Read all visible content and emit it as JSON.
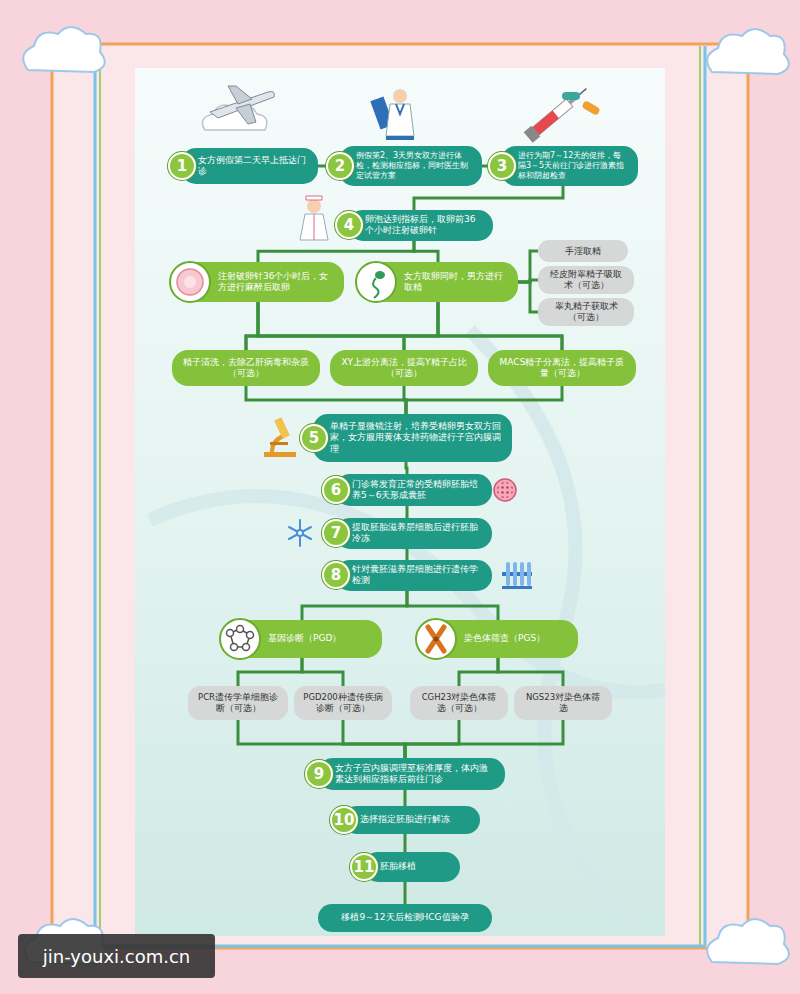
{
  "diagram": {
    "nodes": [
      {
        "text": [
          "1",
          "女方例假第二天早上抵达门诊"
        ]
      },
      {
        "text": [
          "2",
          "例假第2、3天男女双方进行体检，检测相应指标，同时医生制定试管方案"
        ]
      },
      {
        "text": [
          "3",
          "进行为期7～12天的促排，每隔3～5天前往门诊进行激素指标和阴超检查"
        ]
      },
      {
        "text": [
          "4",
          "卵泡达到指标后，取卵前36个小时注射破卵针"
        ]
      },
      {
        "text": [
          "注射破卵针36个小时后，女方进行麻醉后取卵"
        ]
      },
      {
        "text": [
          "女方取卵同时，男方进行取精"
        ]
      },
      {
        "text": [
          "手淫取精"
        ]
      },
      {
        "text": [
          "经皮附睾精子吸取术（可选）"
        ]
      },
      {
        "text": [
          "睾丸精子获取术（可选）"
        ]
      },
      {
        "text": [
          "精子清洗，去除乙肝病毒和杂质（可选）"
        ]
      },
      {
        "text": [
          "XY上游分离法，提高Y精子占比（可选）"
        ]
      },
      {
        "text": [
          "MACS精子分离法，提高精子质量（可选）"
        ]
      },
      {
        "text": [
          "5",
          "单精子显微镜注射，培养受精卵男女双方回家，女方服用黄体支持药物进行子宫内膜调理"
        ]
      },
      {
        "text": [
          "6",
          "门诊将发育正常的受精卵胚胎培养5～6天形成囊胚"
        ]
      },
      {
        "text": [
          "7",
          "提取胚胎滋养层细胞后进行胚胎冷冻"
        ]
      },
      {
        "text": [
          "8",
          "针对囊胚滋养层细胞进行遗传学检测"
        ]
      },
      {
        "text": [
          "基因诊断（PGD）"
        ]
      },
      {
        "text": [
          "染色体筛查（PGS）"
        ]
      },
      {
        "text": [
          "PCR遗传学单细胞诊断（可选）"
        ]
      },
      {
        "text": [
          "PGD200种遗传疾病诊断（可选）"
        ]
      },
      {
        "text": [
          "CGH23对染色体筛选（可选）"
        ]
      },
      {
        "text": [
          "NGS23对染色体筛选"
        ]
      },
      {
        "text": [
          "9",
          "女方子宫内膜调理至标准厚度，体内激素达到相应指标后前往门诊"
        ]
      },
      {
        "text": [
          "10",
          "选择指定胚胎进行解冻"
        ]
      },
      {
        "text": [
          "11",
          "胚胎移植"
        ]
      },
      {
        "text": [
          "移植9～12天后检测HCG值验孕"
        ]
      }
    ],
    "edges": [
      {
        "from": 0,
        "to": 1,
        "arrow": "none"
      },
      {
        "from": 1,
        "to": 2,
        "arrow": "none"
      },
      {
        "from": 2,
        "to": 3,
        "arrow": "none"
      },
      {
        "from": 3,
        "to": 4,
        "arrow": "none"
      },
      {
        "from": 3,
        "to": 5,
        "arrow": "none"
      },
      {
        "from": 5,
        "to": 6,
        "arrow": "none"
      },
      {
        "from": 5,
        "to": 7,
        "arrow": "none"
      },
      {
        "from": 5,
        "to": 8,
        "arrow": "none"
      },
      {
        "from": 4,
        "to": 9,
        "arrow": "none"
      },
      {
        "from": 4,
        "to": 10,
        "arrow": "none"
      },
      {
        "from": 4,
        "to": 11,
        "arrow": "none"
      },
      {
        "from": 5,
        "to": 9,
        "arrow": "none"
      },
      {
        "from": 5,
        "to": 10,
        "arrow": "none"
      },
      {
        "from": 5,
        "to": 11,
        "arrow": "none"
      },
      {
        "from": 9,
        "to": 12,
        "arrow": "none"
      },
      {
        "from": 10,
        "to": 12,
        "arrow": "none"
      },
      {
        "from": 11,
        "to": 12,
        "arrow": "none"
      },
      {
        "from": 12,
        "to": 13,
        "arrow": "none"
      },
      {
        "from": 13,
        "to": 14,
        "arrow": "none"
      },
      {
        "from": 14,
        "to": 15,
        "arrow": "none"
      },
      {
        "from": 15,
        "to": 16,
        "arrow": "none"
      },
      {
        "from": 15,
        "to": 17,
        "arrow": "none"
      },
      {
        "from": 16,
        "to": 18,
        "arrow": "none"
      },
      {
        "from": 16,
        "to": 19,
        "arrow": "none"
      },
      {
        "from": 17,
        "to": 20,
        "arrow": "none"
      },
      {
        "from": 17,
        "to": 21,
        "arrow": "none"
      },
      {
        "from": 18,
        "to": 22,
        "arrow": "none"
      },
      {
        "from": 19,
        "to": 22,
        "arrow": "none"
      },
      {
        "from": 20,
        "to": 22,
        "arrow": "none"
      },
      {
        "from": 21,
        "to": 22,
        "arrow": "none"
      },
      {
        "from": 22,
        "to": 23,
        "arrow": "none"
      },
      {
        "from": 23,
        "to": 24,
        "arrow": "none"
      },
      {
        "from": 24,
        "to": 25,
        "arrow": "none"
      }
    ],
    "labels": [
      "jin-youxi.com.cn"
    ]
  }
}
